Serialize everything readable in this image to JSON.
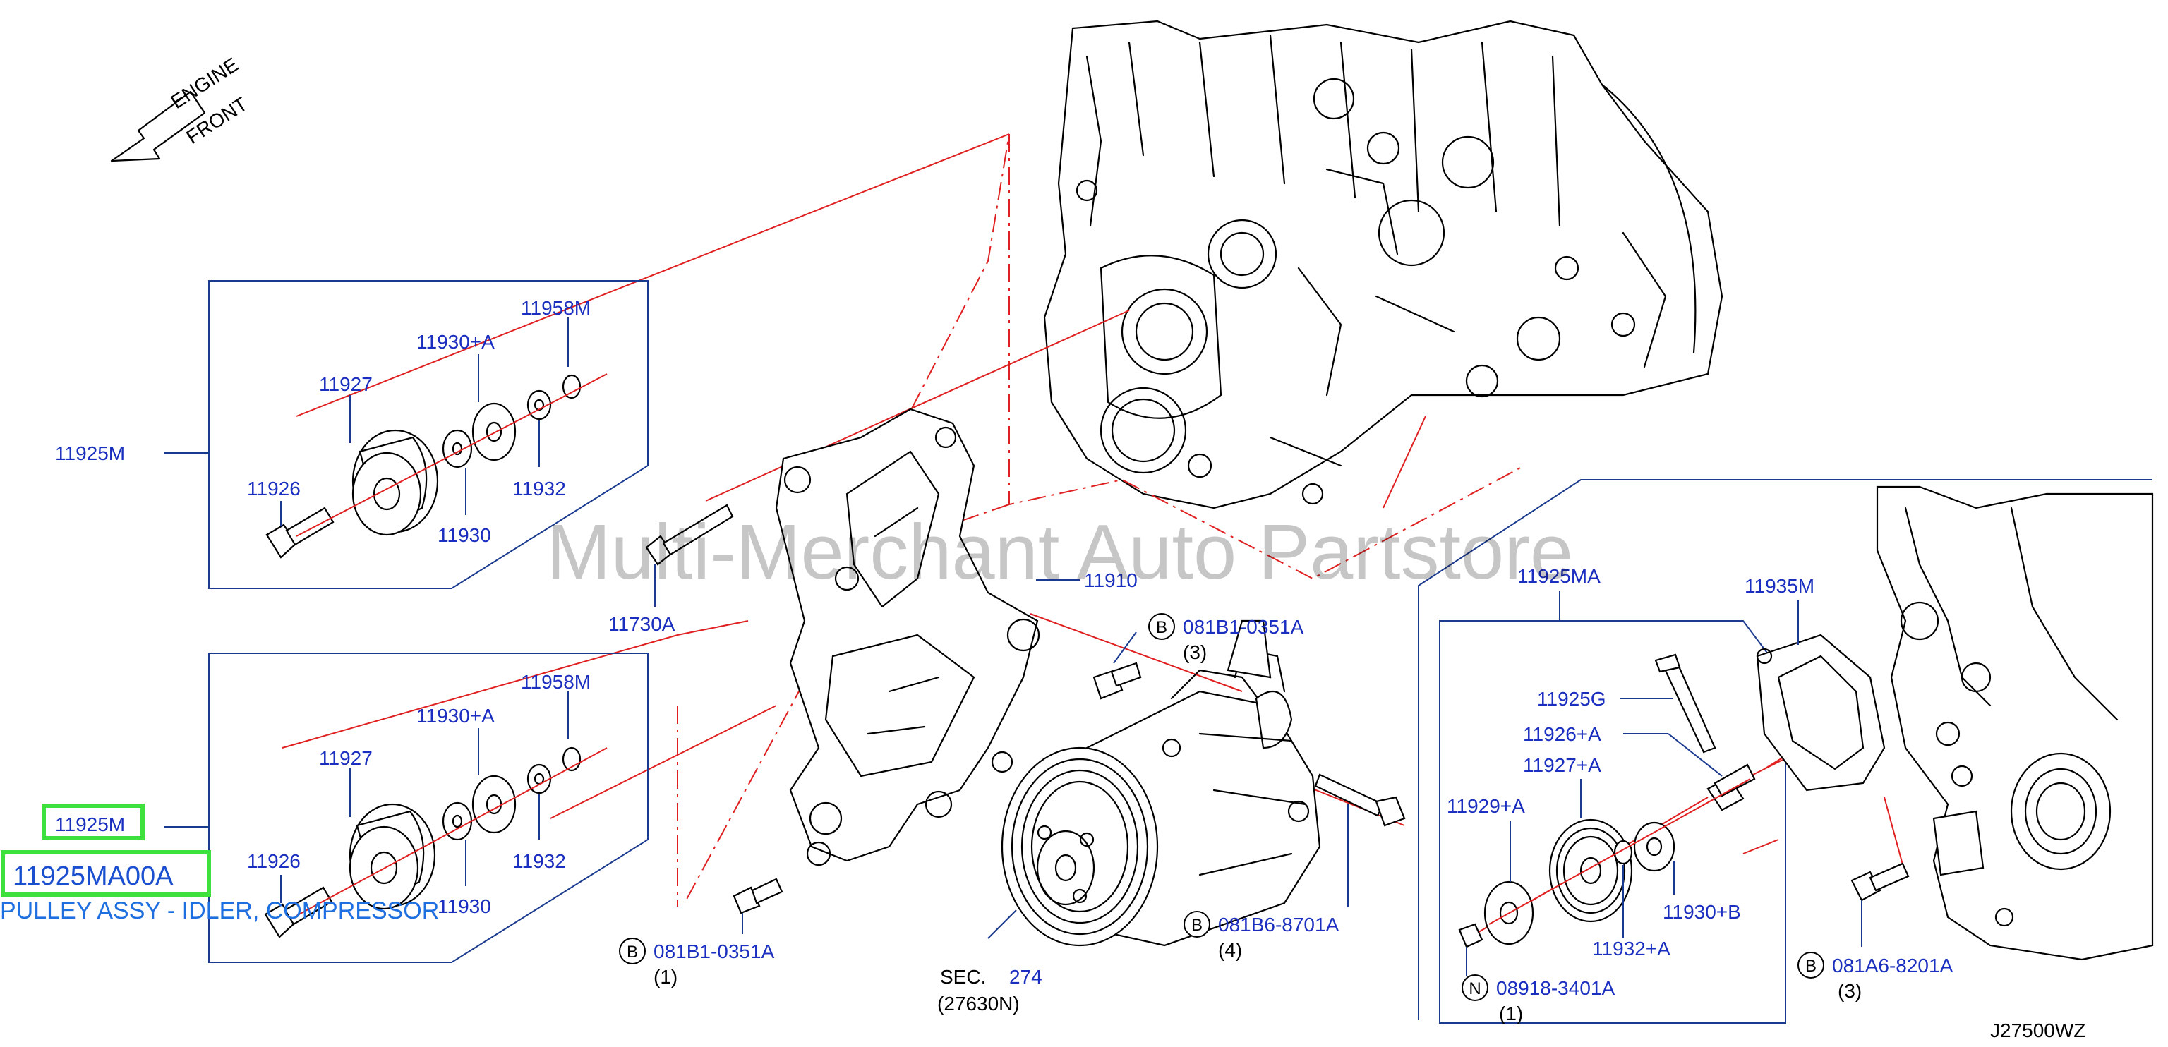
{
  "diagram": {
    "engine_front": [
      "ENGINE",
      "FRONT"
    ],
    "watermark": "Multi-Merchant Auto Partstore",
    "diagram_code": "J27500WZ",
    "upper_idler": {
      "assembly": "11925M",
      "parts": [
        "11958M",
        "11930+A",
        "11927",
        "11926",
        "11930",
        "11932"
      ]
    },
    "lower_idler": {
      "assembly": "11925M",
      "selected_part_number": "11925MA00A",
      "selected_part_name": "PULLEY ASSY - IDLER, COMPRESSOR",
      "parts": [
        "11958M",
        "11930+A",
        "11927",
        "11926",
        "11930",
        "11932"
      ]
    },
    "bracket": {
      "number": "11910",
      "bolt": "11730A"
    },
    "compressor_bolts": [
      {
        "circle": "B",
        "number": "081B1-0351A",
        "qty": "(3)"
      },
      {
        "circle": "B",
        "number": "081B6-8701A",
        "qty": "(4)"
      },
      {
        "circle": "B",
        "number": "081B1-0351A",
        "qty": "(1)"
      }
    ],
    "compressor_ref": {
      "prefix": "SEC.",
      "section": "274",
      "part": "(27630N)"
    },
    "tensioner": {
      "assembly": "11925MA",
      "cover": "11935M",
      "parts": [
        "11925G",
        "11926+A",
        "11927+A",
        "11929+A",
        "11930+B",
        "11932+A"
      ],
      "nut": {
        "circle": "N",
        "number": "08918-3401A",
        "qty": "(1)"
      },
      "cover_bolt": {
        "circle": "B",
        "number": "081A6-8201A",
        "qty": "(3)"
      }
    }
  }
}
